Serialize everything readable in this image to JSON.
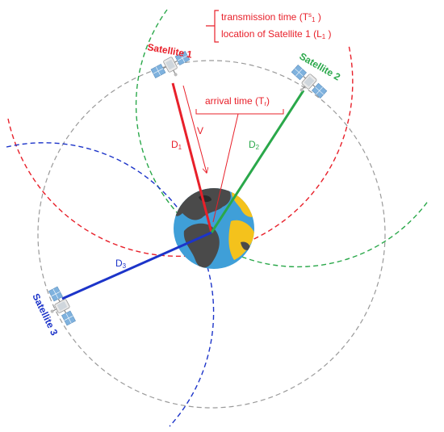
{
  "satellites": {
    "sat1": {
      "label": "Satellite 1",
      "color": "#e8202a"
    },
    "sat2": {
      "label": "Satellite 2",
      "color": "#2aa84a"
    },
    "sat3": {
      "label": "Satellite 3",
      "color": "#1c34c9"
    }
  },
  "annotations": {
    "transmission_prefix": "transmission time (T",
    "transmission_sup": "s",
    "transmission_sub": "1",
    "transmission_suffix": " )",
    "location_prefix": "location of  Satellite 1 (L",
    "location_sub": "1",
    "location_suffix": " )",
    "arrival_prefix": "arrival time (T",
    "arrival_sub": "r",
    "arrival_suffix": ")"
  },
  "distances": {
    "d1_letter": "D",
    "d1_sub": "1",
    "d2_letter": "D",
    "d2_sub": "2",
    "d3_letter": "D",
    "d3_sub": "3",
    "velocity": "V"
  },
  "colors": {
    "red": "#e8202a",
    "green": "#2aa84a",
    "blue": "#1c34c9",
    "gray_orbit": "#9a9a9a",
    "ocean": "#3f9fd8",
    "land_dark": "#4a4a4a",
    "land_yellow": "#f4c21c"
  },
  "icons": [
    "satellite-icon",
    "earth-globe-icon"
  ]
}
